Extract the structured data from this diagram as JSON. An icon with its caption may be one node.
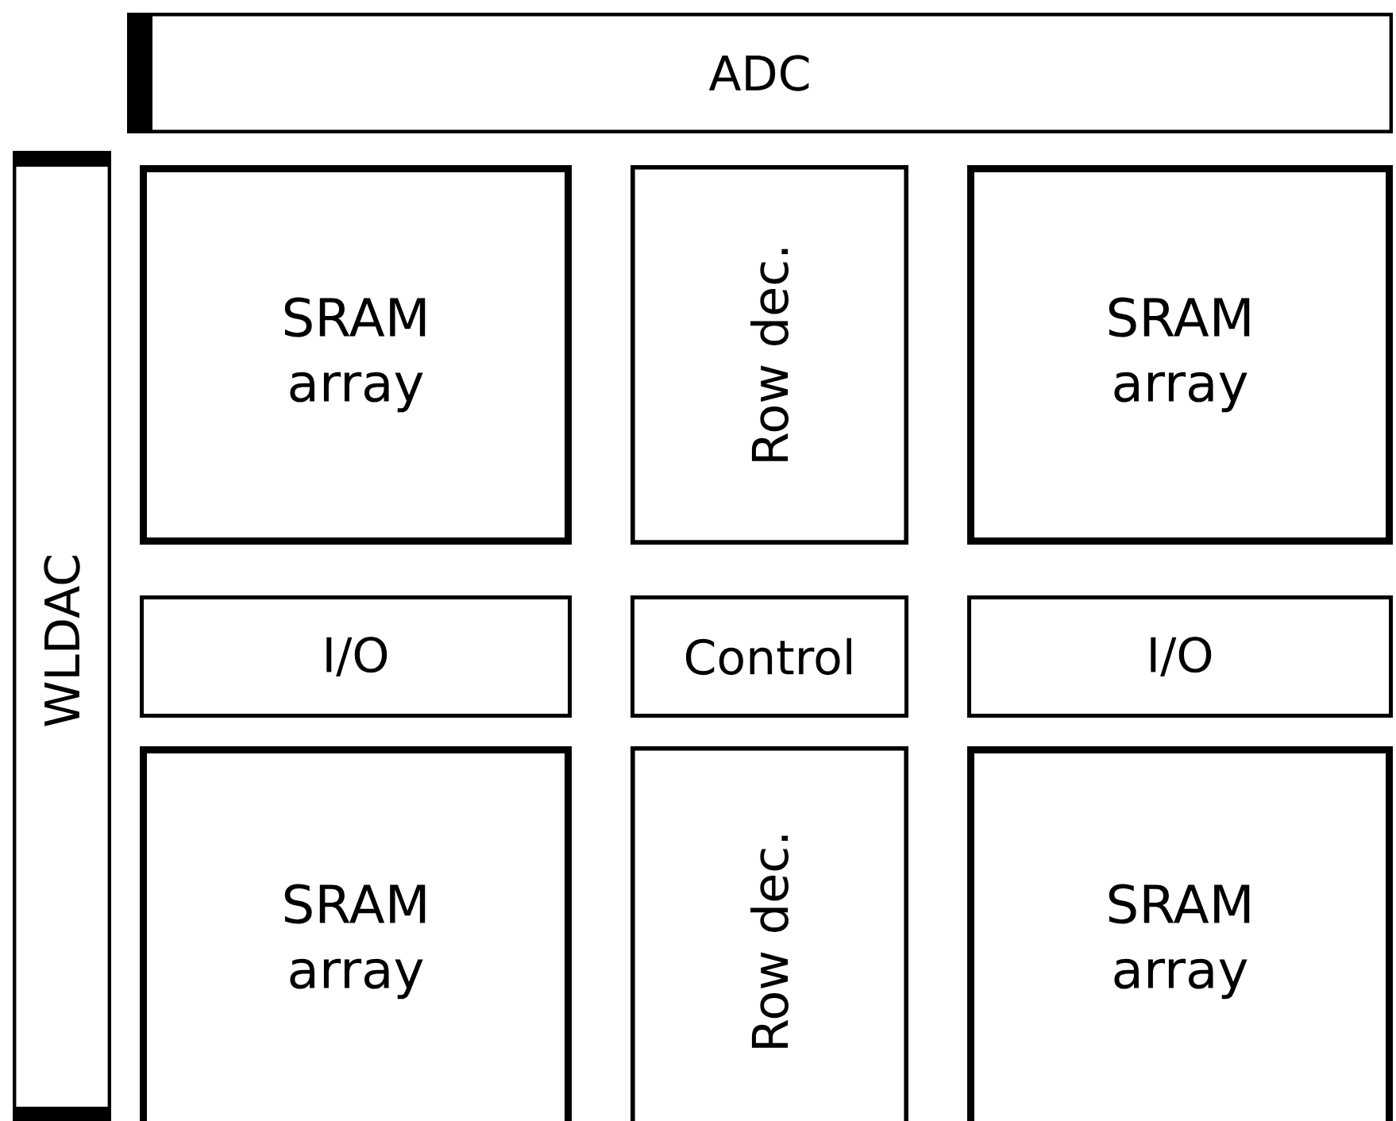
{
  "diagram": {
    "nodes": [
      {
        "text": [
          "ADC"
        ]
      },
      {
        "text": [
          "WLDAC"
        ]
      },
      {
        "text": [
          "SRAM array"
        ]
      },
      {
        "text": [
          "Row dec."
        ]
      },
      {
        "text": [
          "SRAM array"
        ]
      },
      {
        "text": [
          "I/O"
        ]
      },
      {
        "text": [
          "Control"
        ]
      },
      {
        "text": [
          "I/O"
        ]
      },
      {
        "text": [
          "SRAM array"
        ]
      },
      {
        "text": [
          "Row dec."
        ]
      },
      {
        "text": [
          "SRAM array"
        ]
      }
    ]
  }
}
